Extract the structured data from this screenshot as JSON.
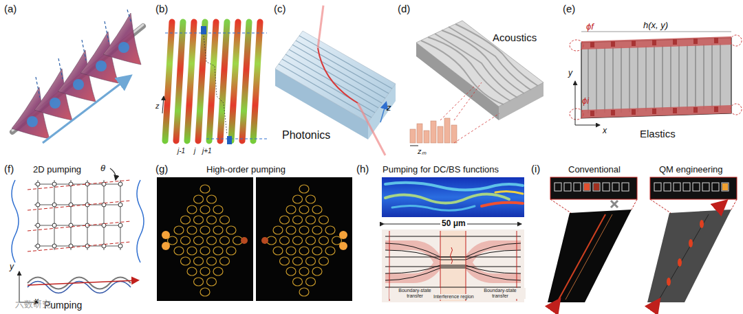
{
  "diagram": {
    "labels": [
      "(a)",
      "(b)",
      "(c)",
      "(d)",
      "(e)",
      "z",
      "j-1",
      "j",
      "j+1",
      "Photonics",
      "z",
      "Acoustics",
      "zₘ",
      "h(x, y)",
      "ϕf",
      "ϕi",
      "y",
      "x",
      "Elastics",
      "(f)",
      "2D pumping",
      "θ",
      "y",
      "x",
      "Pumping",
      "(g)",
      "High-order pumping",
      "(h)",
      "Pumping for DC/BS functions",
      "50 μm",
      "Boundary-state transfer",
      "Interference region",
      "Boundary-state transfer",
      "(i)",
      "Conventional",
      "QM engineering",
      "六数研究"
    ]
  }
}
